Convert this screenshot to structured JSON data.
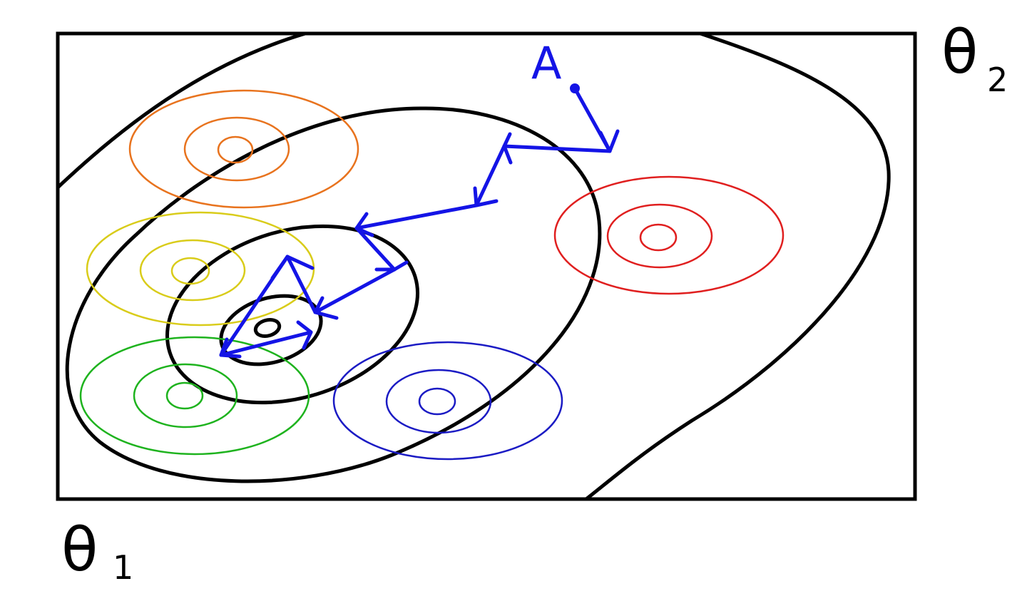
{
  "labels": {
    "point": "A",
    "axis_x_symbol": "θ",
    "axis_x_subscript": "1",
    "axis_y_symbol": "θ",
    "axis_y_subscript": "2"
  },
  "colors": {
    "frame": "#000000",
    "global_contours": "#000000",
    "path": "#1414e6",
    "cluster_orange": "#e8731e",
    "cluster_yellow": "#d9cc1a",
    "cluster_green": "#1eb31e",
    "cluster_red": "#e01f1f",
    "cluster_blue": "#1b1bc4"
  }
}
